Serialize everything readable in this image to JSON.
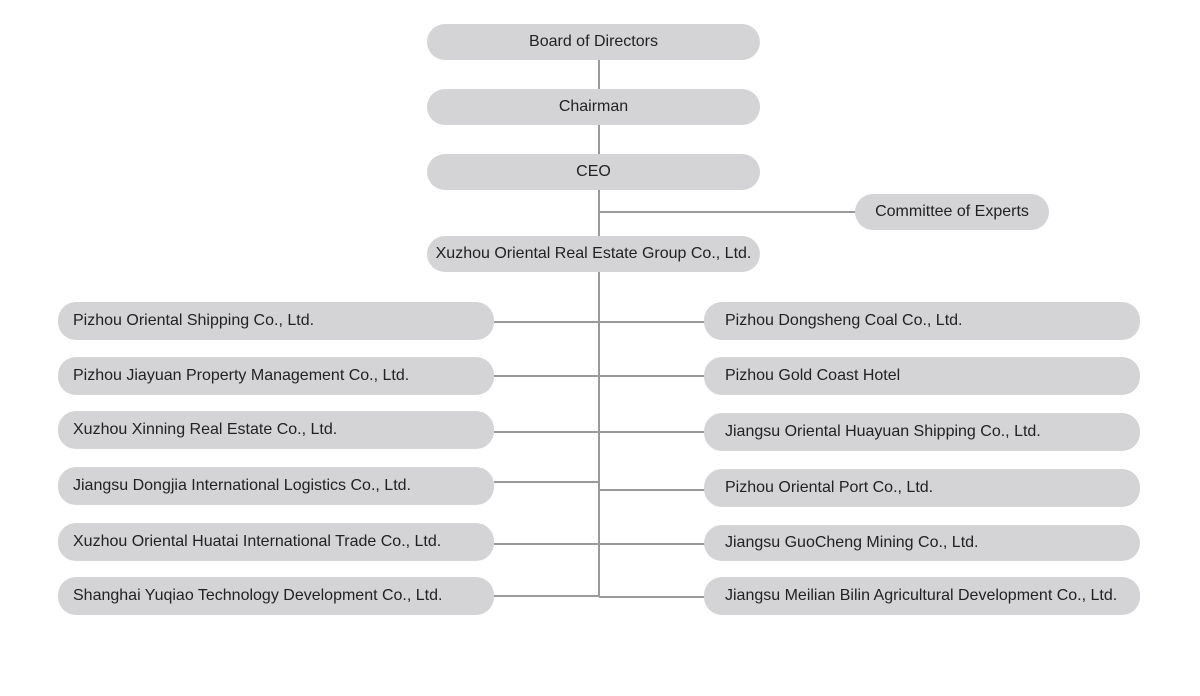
{
  "colors": {
    "box_fill": "#d4d4d6",
    "connector": "#9a9a9a",
    "text": "#222222"
  },
  "hierarchy": {
    "board": "Board of Directors",
    "chairman": "Chairman",
    "ceo": "CEO",
    "committee": "Committee of Experts",
    "group": "Xuzhou Oriental Real Estate Group Co., Ltd."
  },
  "subsidiaries_left": [
    "Pizhou Oriental Shipping Co., Ltd.",
    "Pizhou Jiayuan Property Management Co., Ltd.",
    "Xuzhou Xinning Real Estate Co., Ltd.",
    "Jiangsu Dongjia International Logistics Co., Ltd.",
    "Xuzhou Oriental Huatai International Trade Co., Ltd.",
    "Shanghai Yuqiao Technology Development Co., Ltd."
  ],
  "subsidiaries_right": [
    "Pizhou Dongsheng Coal Co., Ltd.",
    "Pizhou Gold Coast Hotel",
    "Jiangsu Oriental Huayuan Shipping Co., Ltd.",
    "Pizhou Oriental Port Co., Ltd.",
    "Jiangsu GuoCheng Mining Co., Ltd.",
    "Jiangsu Meilian Bilin Agricultural Development Co., Ltd."
  ]
}
